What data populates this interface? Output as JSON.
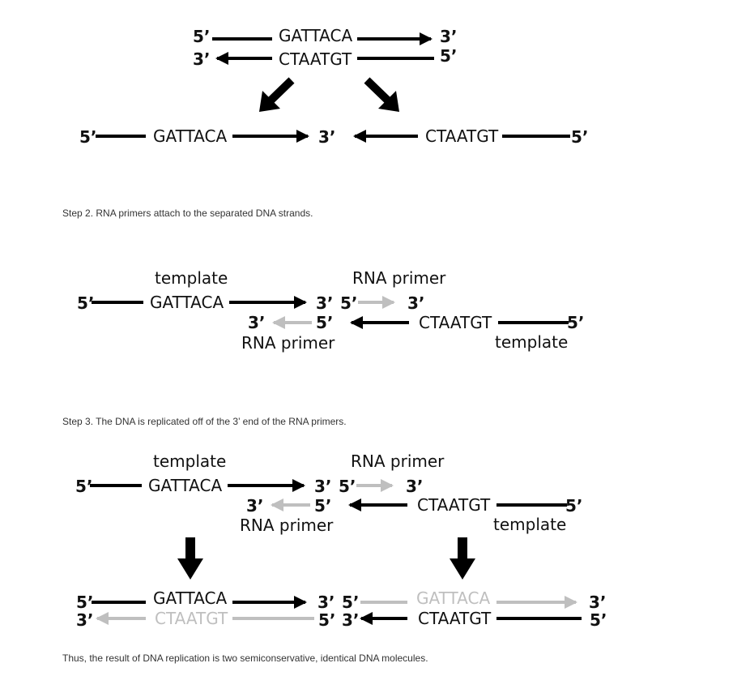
{
  "colors": {
    "strand": "#000000",
    "new_strand": "#bfbfbf"
  },
  "prime5": "5’",
  "prime3": "3’",
  "seq_top": "GATTACA",
  "seq_bottom": "CTAATGT",
  "label_template": "template",
  "label_primer": "RNA primer",
  "step2": "Step 2. RNA primers attach to the separated DNA strands.",
  "step3": "Step 3. The DNA is replicated off of the 3’ end of the RNA primers.",
  "conclusion": "Thus, the result of DNA replication is two semiconservative, identical DNA molecules."
}
